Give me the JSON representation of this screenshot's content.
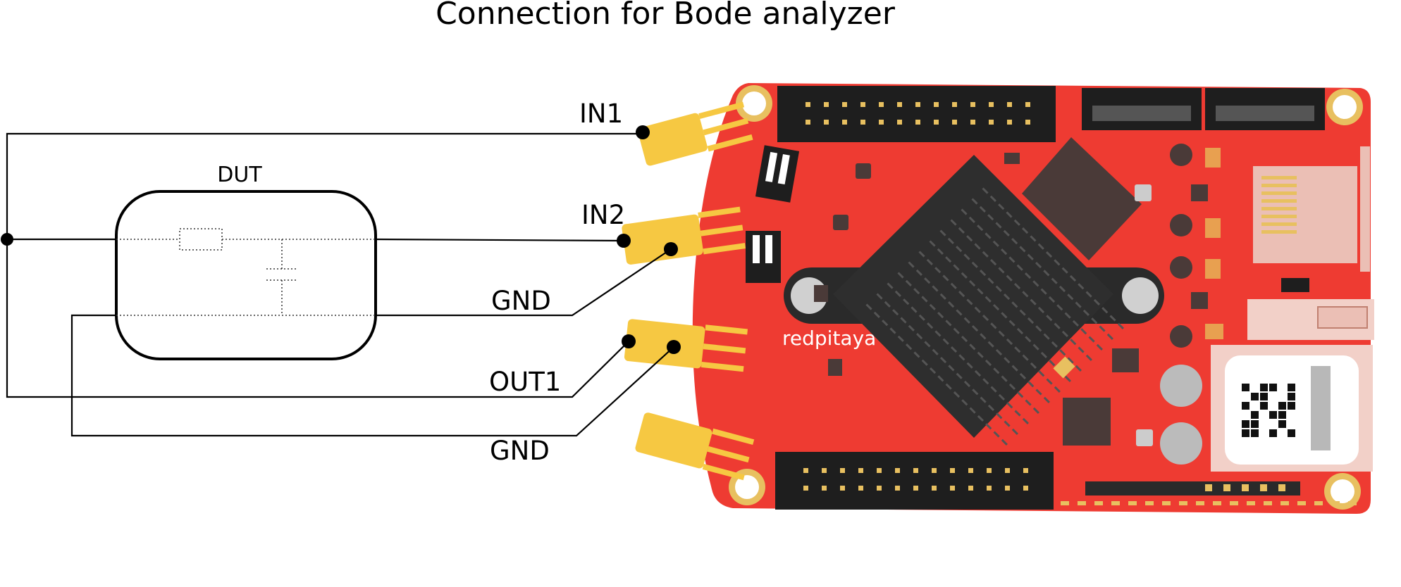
{
  "title": "Connection for Bode analyzer",
  "dut_label": "DUT",
  "ports": {
    "in1": "IN1",
    "in2": "IN2",
    "gnd1": "GND",
    "out1": "OUT1",
    "gnd2": "GND"
  },
  "board": {
    "logo_text": "redpitaya",
    "colors": {
      "pcb": "#ee3b32",
      "connector": "#f6c842",
      "heatsink": "#2e2e2e",
      "header": "#1e1e1e"
    }
  }
}
